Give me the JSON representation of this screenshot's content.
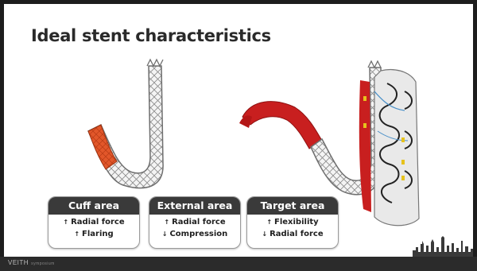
{
  "slide": {
    "title": "Ideal stent characteristics"
  },
  "cards": [
    {
      "title": "Cuff area",
      "lines": [
        {
          "arrow": "↑",
          "text": "Radial force"
        },
        {
          "arrow": "↑",
          "text": "Flaring"
        }
      ]
    },
    {
      "title": "External area",
      "lines": [
        {
          "arrow": "↑",
          "text": "Radial force"
        },
        {
          "arrow": "↓",
          "text": "Compression"
        }
      ]
    },
    {
      "title": "Target area",
      "lines": [
        {
          "arrow": "↑",
          "text": "Flexibility"
        },
        {
          "arrow": "↓",
          "text": "Radial force"
        }
      ]
    }
  ],
  "footer": {
    "logo": "VEITH",
    "logo_sub": "symposium"
  },
  "colors": {
    "card_header": "#3a3a3a",
    "cuff": "#e2572a",
    "aorta": "#c81f1f",
    "stent_mesh": "#8a8a8a",
    "background": "#ffffff",
    "frame": "#1d1d1d"
  }
}
